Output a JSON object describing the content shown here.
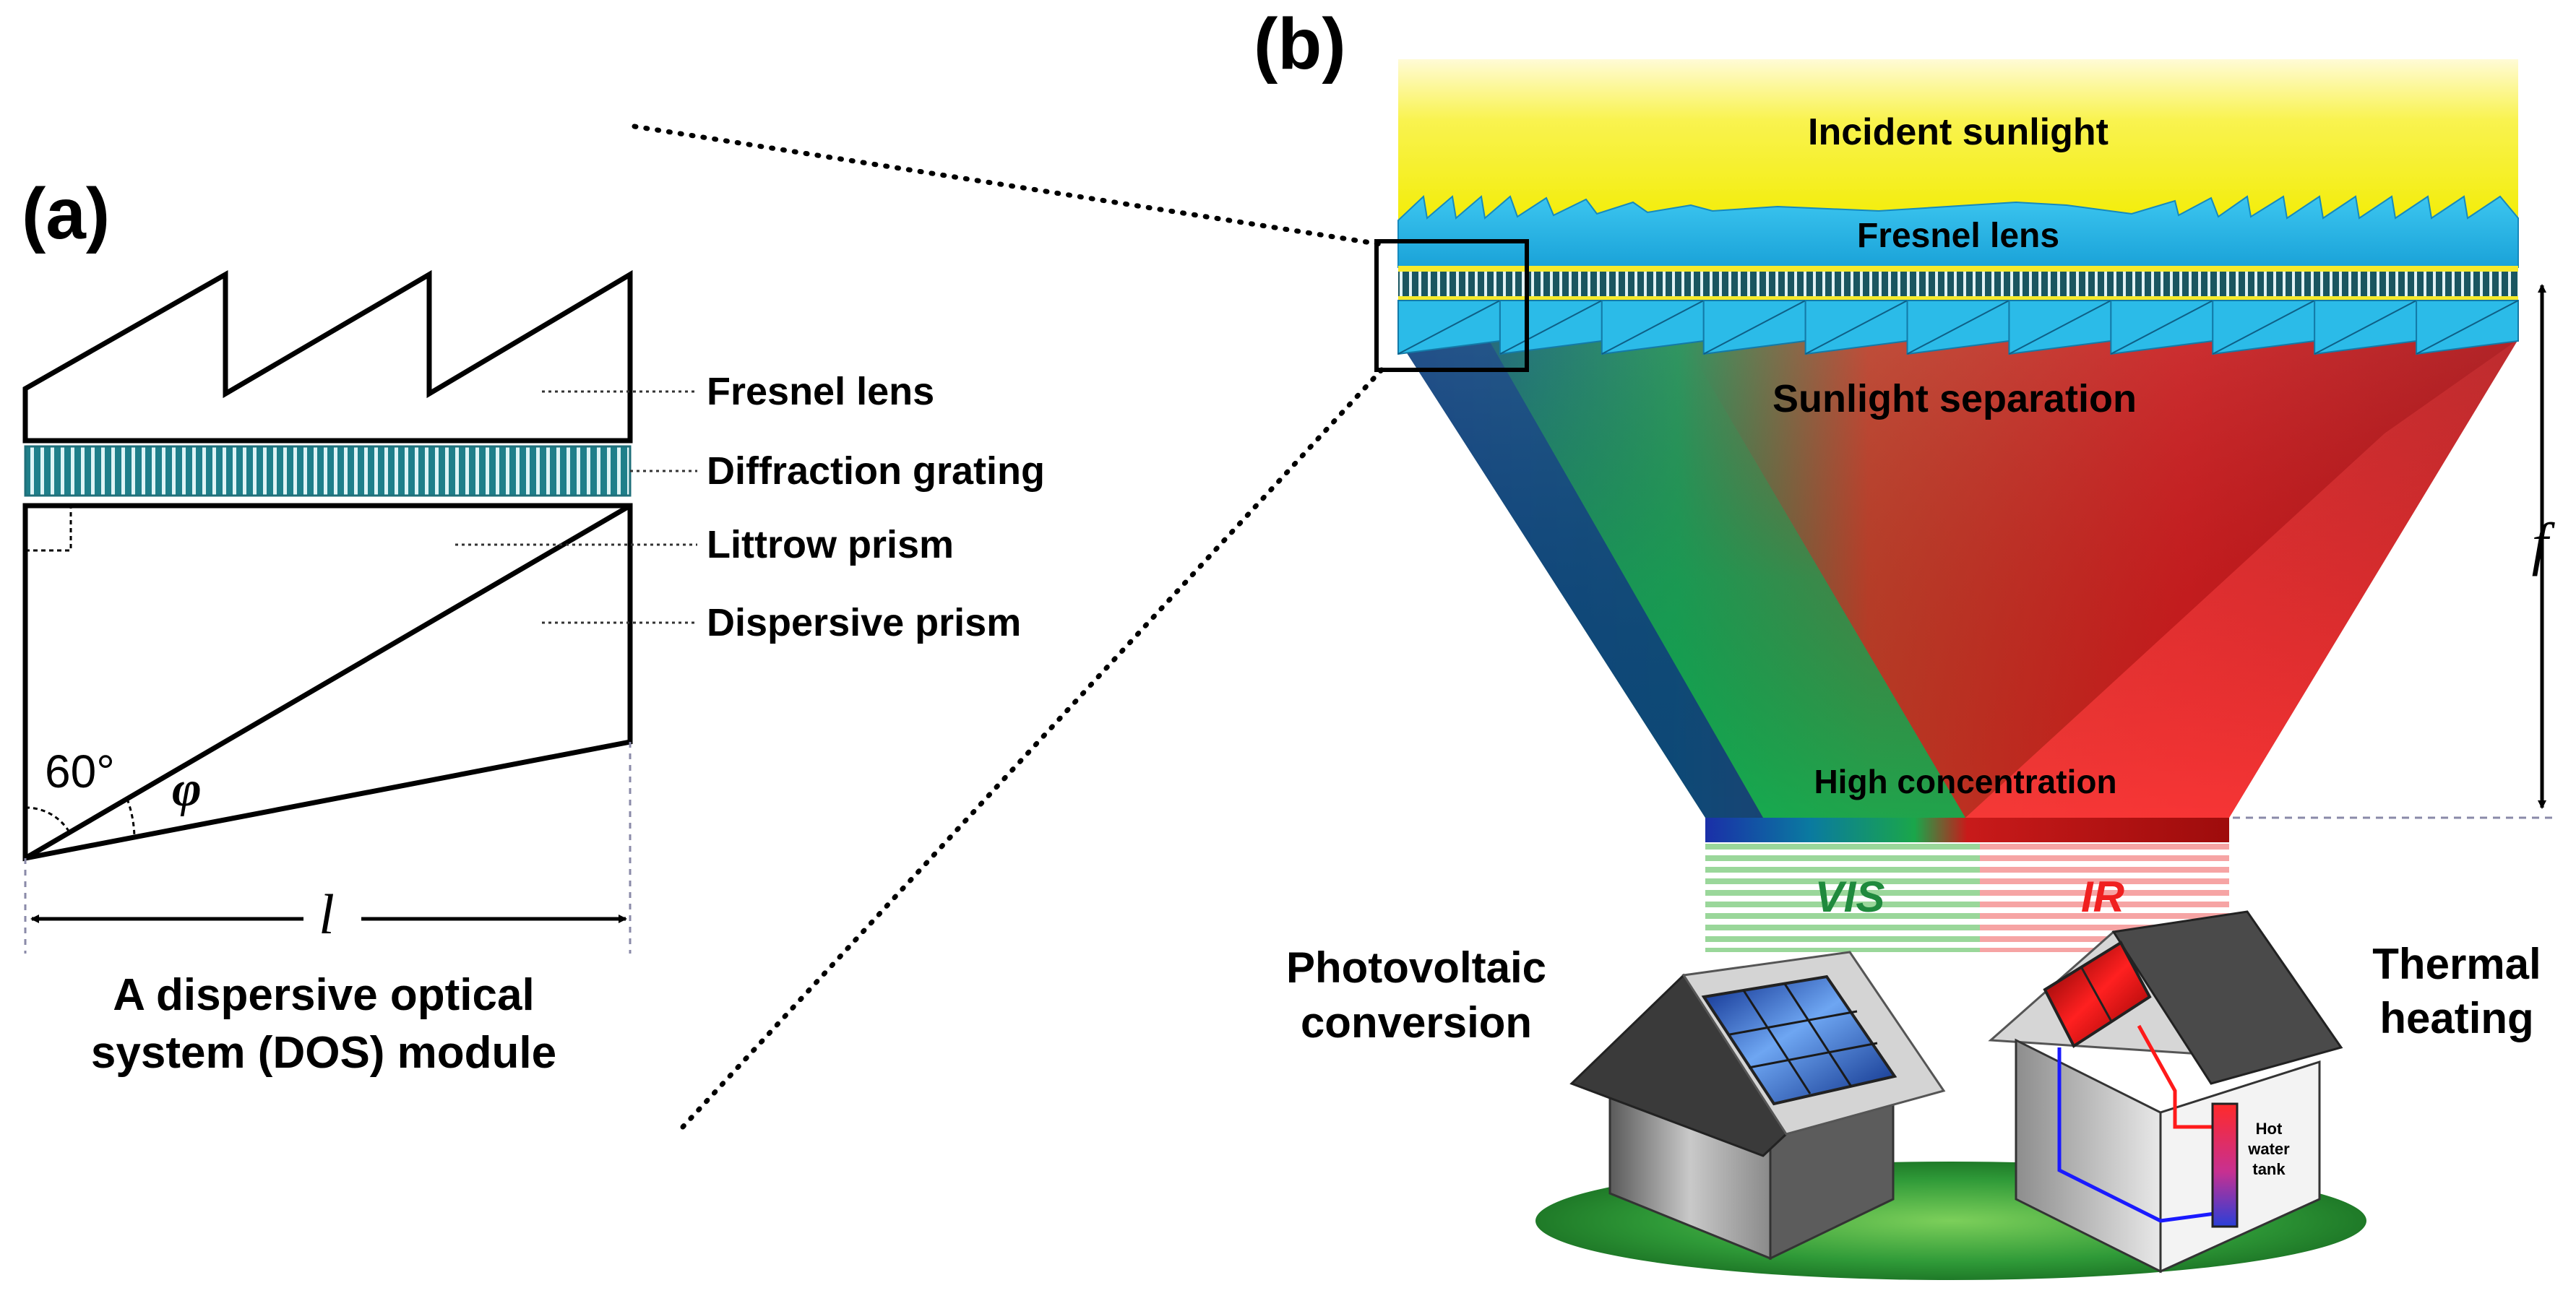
{
  "panel_a": {
    "label": "(a)",
    "labels": {
      "fresnel_lens": "Fresnel lens",
      "diffraction_grating": "Diffraction grating",
      "littrow_prism": "Littrow prism",
      "dispersive_prism": "Dispersive prism"
    },
    "angle_60": "60°",
    "angle_phi": "φ",
    "length_symbol": "l",
    "caption_line1": "A dispersive optical",
    "caption_line2": "system (DOS) module"
  },
  "panel_b": {
    "label": "(b)",
    "incident_sunlight": "Incident sunlight",
    "fresnel_lens": "Fresnel lens",
    "sunlight_separation": "Sunlight separation",
    "focal_symbol": "f",
    "high_concentration": "High concentration",
    "vis": "VIS",
    "ir": "IR",
    "photovoltaic_line1": "Photovoltaic",
    "photovoltaic_line2": "conversion",
    "thermal_line1": "Thermal",
    "thermal_line2": "heating",
    "tank_line1": "Hot",
    "tank_line2": "water",
    "tank_line3": "tank"
  },
  "colors": {
    "sunlight_yellow": "#f7f200",
    "lens_blue": "#29b4e2",
    "grating_teal": "#1f6f7a",
    "red_beam": "#d9191a",
    "green_beam": "#10a84e",
    "blue_beam": "#0f4fa3",
    "ground_green": "#3a9a35",
    "vis_green": "#1f8a3d",
    "ir_red": "#f02020"
  }
}
